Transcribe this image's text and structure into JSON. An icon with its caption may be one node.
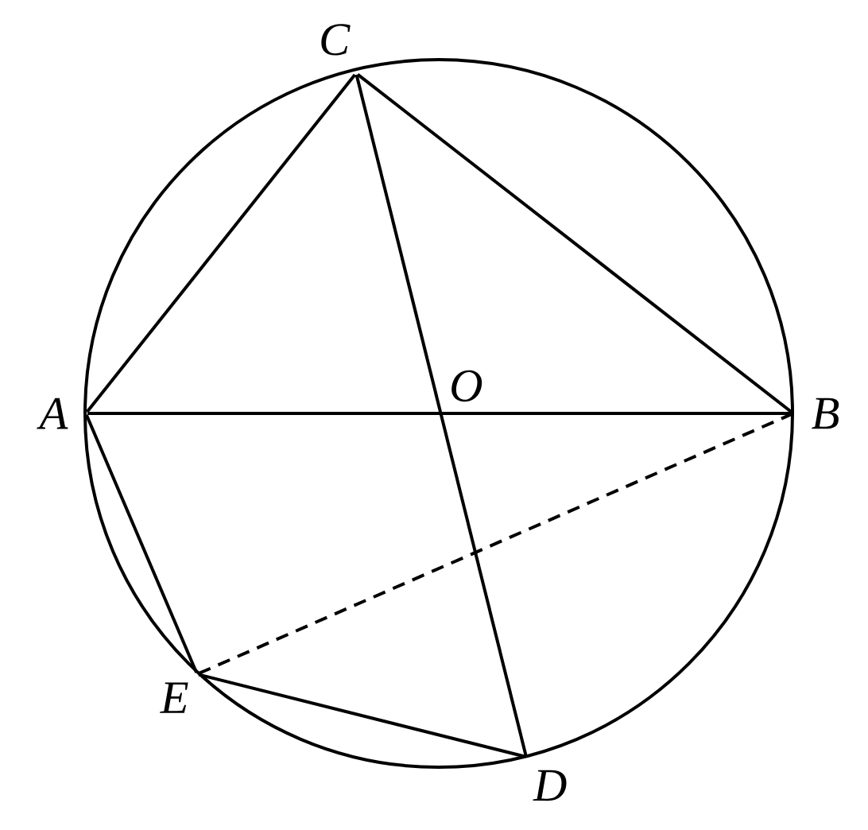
{
  "diagram": {
    "nodes": [
      {
        "text": [
          "C"
        ]
      },
      {
        "text": [
          "A"
        ]
      },
      {
        "text": [
          "O"
        ]
      },
      {
        "text": [
          "B"
        ]
      },
      {
        "text": [
          "E"
        ]
      },
      {
        "text": [
          "D"
        ]
      }
    ],
    "edges": [
      {
        "from": 0,
        "to": 1,
        "arrow": "none"
      },
      {
        "from": 0,
        "to": 3,
        "arrow": "none"
      },
      {
        "from": 1,
        "to": 3,
        "arrow": "none"
      },
      {
        "from": 0,
        "to": 5,
        "arrow": "none"
      },
      {
        "from": 1,
        "to": 4,
        "arrow": "none"
      },
      {
        "from": 4,
        "to": 5,
        "arrow": "none"
      },
      {
        "from": 4,
        "to": 3,
        "arrow": "none",
        "style": "dashed"
      }
    ]
  }
}
